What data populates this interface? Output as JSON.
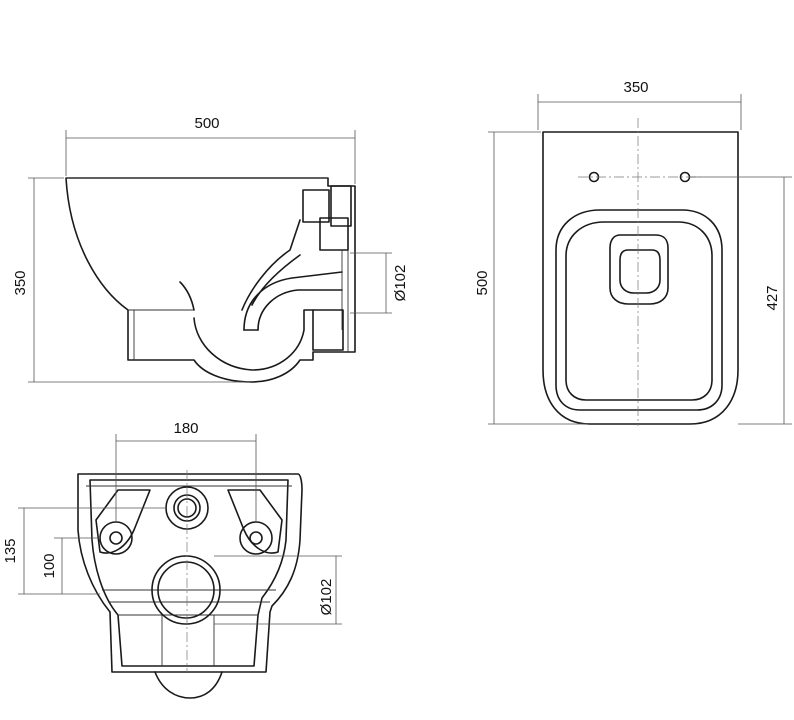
{
  "side_view": {
    "width_label": "500",
    "height_label": "350",
    "pipe_label": "Ø102"
  },
  "top_view": {
    "width_label": "350",
    "depth_label": "500",
    "bolt_to_rim_label": "427"
  },
  "rear_view": {
    "bolt_spacing_label": "180",
    "upper_height_label": "135",
    "lower_height_label": "100",
    "outlet_label": "Ø102"
  }
}
